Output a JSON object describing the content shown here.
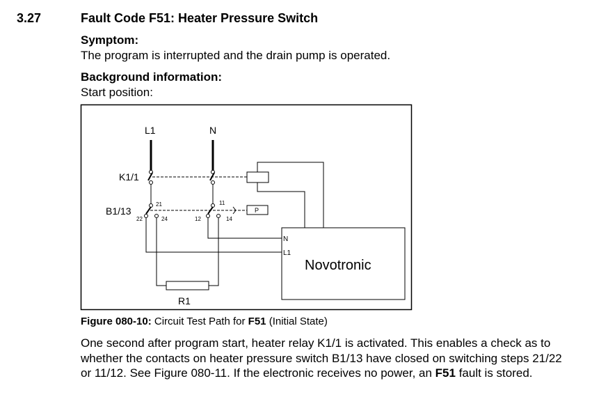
{
  "section": {
    "number": "3.27",
    "title": "Fault Code F51: Heater Pressure Switch"
  },
  "symptom": {
    "heading": "Symptom:",
    "text": "The program is interrupted and the drain pump is operated."
  },
  "background": {
    "heading": "Background information:",
    "text": "Start position:"
  },
  "figure": {
    "labels": {
      "l1": "L1",
      "n": "N",
      "k1": "K1/1",
      "b1": "B1/13",
      "t21": "21",
      "t22": "22",
      "t24": "24",
      "t11": "11",
      "t12": "12",
      "t14": "14",
      "p": "P",
      "novo": "Novotronic",
      "novo_n": "N",
      "novo_l1": "L1",
      "r1": "R1"
    },
    "caption_prefix": "Figure 080-10:",
    "caption_text": " Circuit Test Path for ",
    "caption_code": "F51",
    "caption_suffix": " (Initial State)"
  },
  "paragraph": {
    "part1": "One second after program start, heater relay K1/1 is activated. This enables a check as to whether the contacts on heater pressure switch B1/13 have closed on switching steps 21/22 or 11/12. See Figure 080-11. If the electronic receives no power, an ",
    "code": "F51",
    "part2": " fault is stored."
  }
}
